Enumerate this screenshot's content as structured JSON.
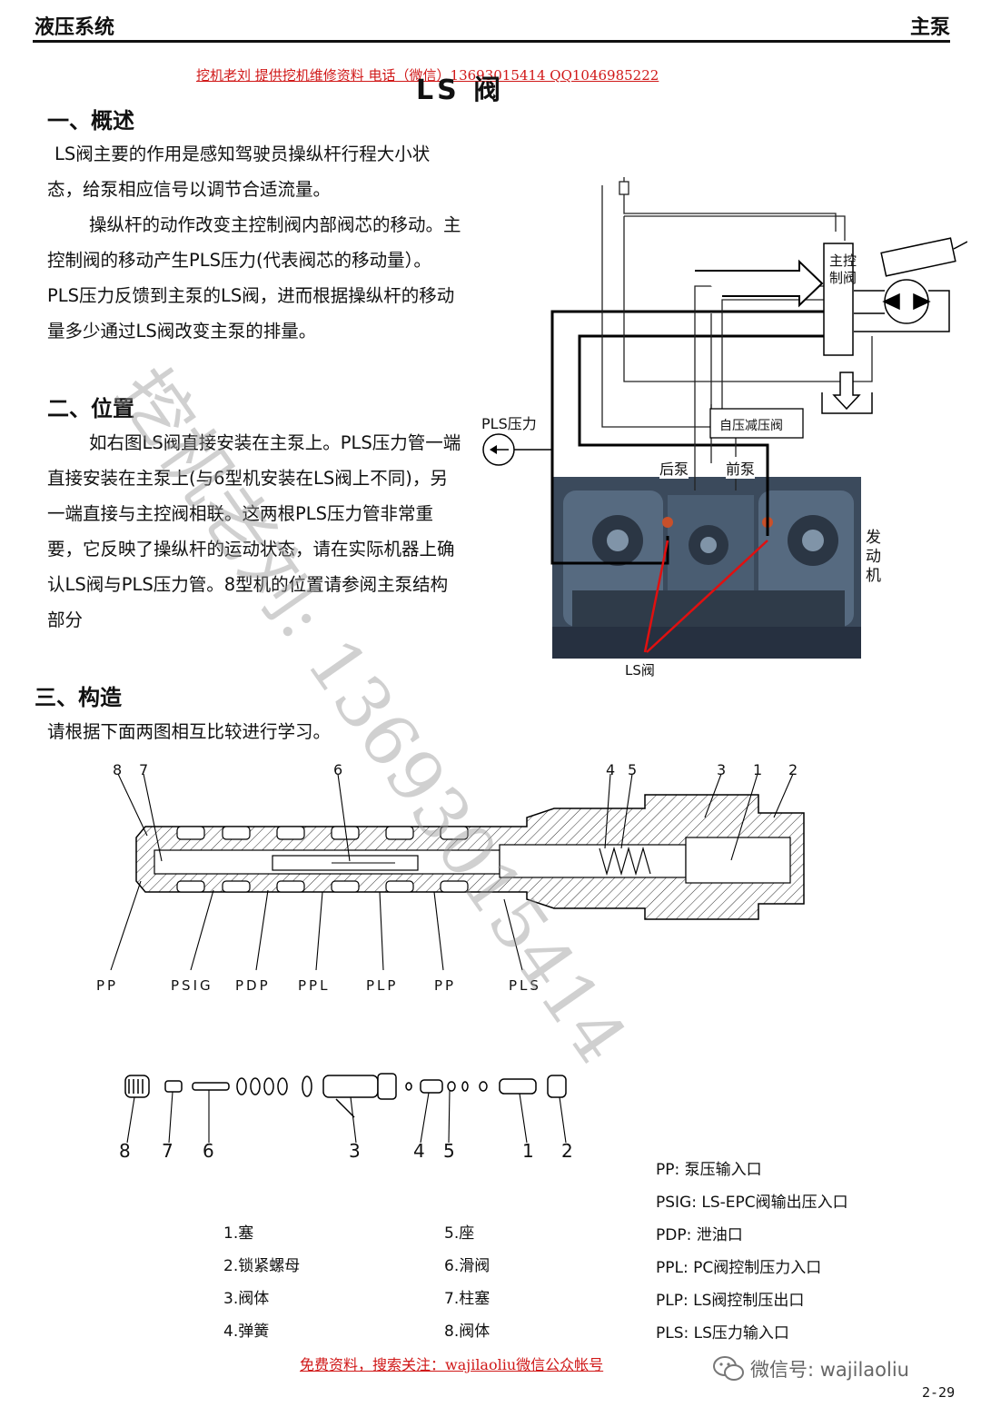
{
  "header": {
    "left": "液压系统",
    "right": "主泵"
  },
  "contact_line": "挖机老刘  提供挖机维修资料 电话（微信）13693015414    QQ1046985222",
  "title": "LS 阀",
  "sections": [
    {
      "heading": "一、概述",
      "paragraphs": [
        "LS阀主要的作用是感知驾驶员操纵杆行程大小状态，给泵相应信号以调节合适流量。",
        "操纵杆的动作改变主控制阀内部阀芯的移动。主控制阀的移动产生PLS压力(代表阀芯的移动量）。PLS压力反馈到主泵的LS阀，进而根据操纵杆的移动量多少通过LS阀改变主泵的排量。"
      ]
    },
    {
      "heading": "二、位置",
      "paragraphs": [
        "如右图LS阀直接安装在主泵上。PLS压力管一端直接安装在主泵上(与6型机安装在LS阀上不同)，另一端直接与主控阀相联。这两根PLS压力管非常重要，它反映了操纵杆的运动状态，请在实际机器上确认LS阀与PLS压力管。8型机的位置请参阅主泵结构部分"
      ]
    },
    {
      "heading": "三、构造",
      "paragraphs": [
        "请根据下面两图相互比较进行学习。"
      ]
    }
  ],
  "schematic": {
    "main_valve": "主控制阀",
    "pls_pressure": "PLS压力",
    "self_reducing_valve": "自压减压阀",
    "rear_pump": "后泵",
    "front_pump": "前泵",
    "engine": "发动机",
    "ls_valve": "LS阀"
  },
  "section_drawing": {
    "top_numbers": [
      "8",
      "7",
      "6",
      "4",
      "5",
      "3",
      "1",
      "2"
    ],
    "port_labels": [
      "PP",
      "PSIG",
      "PDP",
      "PPL",
      "PLP",
      "PP",
      "PLS"
    ]
  },
  "exploded_numbers": [
    "8",
    "7",
    "6",
    "3",
    "4",
    "5",
    "1",
    "2"
  ],
  "parts_list_left": [
    "1.塞",
    "2.锁紧螺母",
    "3.阀体",
    "4.弹簧"
  ],
  "parts_list_right": [
    "5.座",
    "6.滑阀",
    "7.柱塞",
    "8.阀体"
  ],
  "port_legend": [
    "PP: 泵压输入口",
    "PSIG: LS-EPC阀输出压入口",
    "PDP: 泄油口",
    "PPL: PC阀控制压力入口",
    "PLP: LS阀控制压出口",
    "PLS: LS压力输入口"
  ],
  "footer": {
    "note": "免费资料，搜索关注：wajilaoliu微信公众帐号",
    "wechat": "微信号: wajilaoliu",
    "page": "2-29"
  },
  "watermark": "挖机老刘: 13693015414"
}
